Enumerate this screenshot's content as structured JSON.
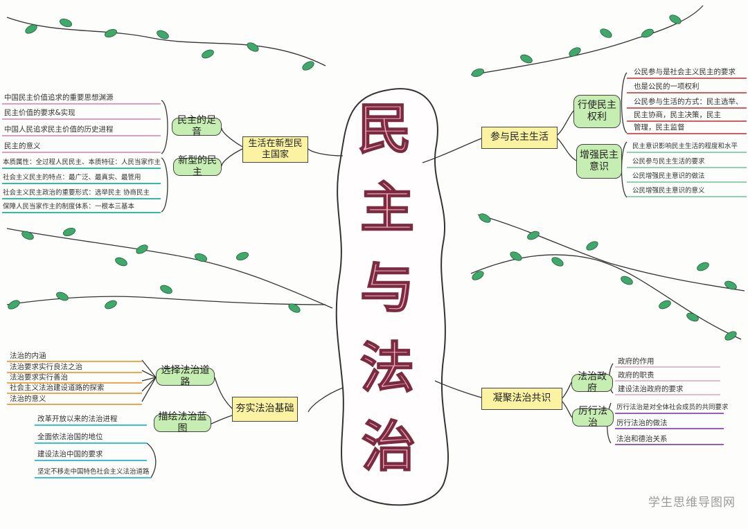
{
  "center_title": [
    "民",
    "主",
    "与",
    "法",
    "治"
  ],
  "watermark": "学生思维导图网",
  "branches": {
    "top_left": {
      "label": "生活在新型民主国家",
      "sub1": {
        "label": "民主的足音",
        "items": [
          "中国民主价值追求的重要思想渊源",
          "民主价值的要求&实现",
          "中国人民追求民主价值的历史进程",
          "民主的意义"
        ]
      },
      "sub2": {
        "label": "新型的民主",
        "items": [
          "本质属性：全过程人民民主、本质特征：人民当家作主",
          "社会主义民主的特点：最广泛、最真实、最管用",
          "社会主义民主政治的重要形式：选举民主 协商民主",
          "保障人民当家作主的制度体系：一根本三基本"
        ]
      }
    },
    "top_right": {
      "label": "参与民主生活",
      "sub1": {
        "label": "行使民主权利",
        "items": [
          "公民参与是社会主义民主的要求",
          "也是公民的一项权利",
          "公民参与生活的方式：民主选举、",
          "民主协商，民主决策，民主",
          "管理，民主监督"
        ]
      },
      "sub2": {
        "label": "增强民主意识",
        "items": [
          "民主意识影响民主生活的程度和水平",
          "公民参与民主生活的要求",
          "公民增强民主意识的做法",
          "公民增强民主意识的意义"
        ]
      }
    },
    "bottom_left": {
      "label": "夯实法治基础",
      "sub1": {
        "label": "选择法治道路",
        "items": [
          "法治的内涵",
          "法治要求实行良法之治",
          "法治要求实行善治",
          "社会主义法治建设道路的探索",
          "法治的意义"
        ]
      },
      "sub2": {
        "label": "描绘法治蓝图",
        "items": [
          "改革开放以来的法治进程",
          "全面依法治国的地位",
          "建设法治中国的要求",
          "坚定不移走中国特色社会主义法治道路"
        ]
      }
    },
    "bottom_right": {
      "label": "凝聚法治共识",
      "sub1": {
        "label": "法治政府",
        "items": [
          "政府的作用",
          "政府的职责",
          "建设法治政府的要求"
        ]
      },
      "sub2": {
        "label": "厉行法治",
        "items": [
          "厉行法治是对全体社会成员的共同要求",
          "厉行法治的做法",
          "法治和德治关系"
        ]
      }
    }
  }
}
